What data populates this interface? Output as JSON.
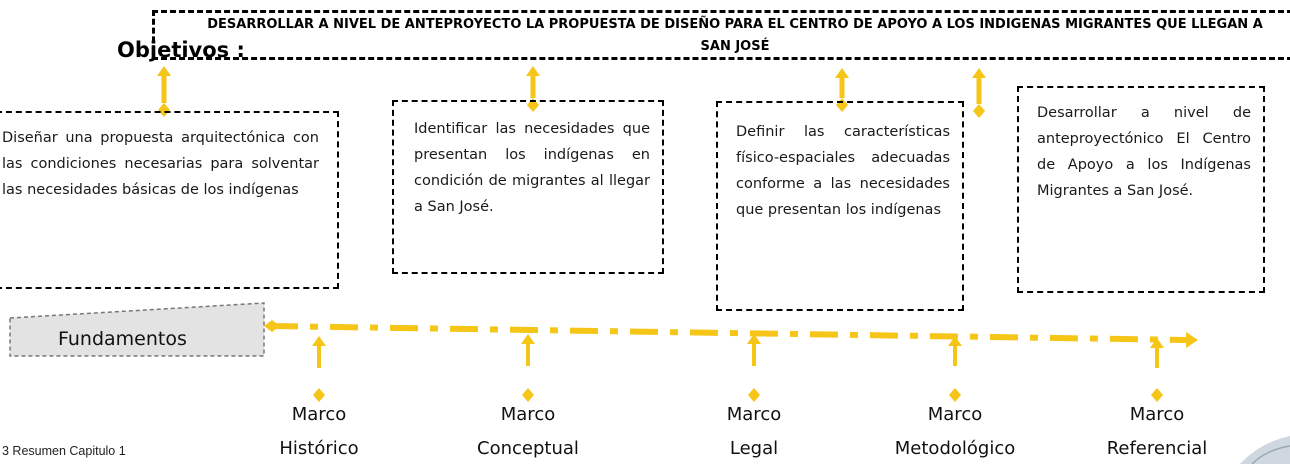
{
  "header": {
    "label": "Objetivos :",
    "general_objective": "DESARROLLAR A NIVEL DE ANTEPROYECTO LA PROPUESTA DE DISEÑO PARA EL CENTRO DE APOYO A LOS INDIGENAS MIGRANTES QUE LLEGAN A SAN JOSÉ"
  },
  "objectives": [
    "Diseñar una propuesta arquitectónica con las condiciones necesarias para solventar las necesidades básicas de los indígenas",
    "Identificar las necesidades que presentan los indígenas en condición de migrantes al llegar a San José.",
    "Definir las características físico-espaciales adecuadas conforme a las necesidades que presentan los indígenas",
    "Desarrollar a nivel de anteproyectónico El Centro de Apoyo a los Indígenas Migrantes a San José."
  ],
  "fundamentos": {
    "label": "Fundamentos",
    "marcos": [
      {
        "line1": "Marco",
        "line2": "Histórico"
      },
      {
        "line1": "Marco",
        "line2": "Conceptual"
      },
      {
        "line1": "Marco",
        "line2": "Legal"
      },
      {
        "line1": "Marco",
        "line2": "Metodológico"
      },
      {
        "line1": "Marco",
        "line2": "Referencial"
      }
    ]
  },
  "caption": "3 Resumen Capitulo 1",
  "colors": {
    "connector": "#f5c518",
    "border": "#000000",
    "fundamentos_fill": "#e3e3e3"
  }
}
